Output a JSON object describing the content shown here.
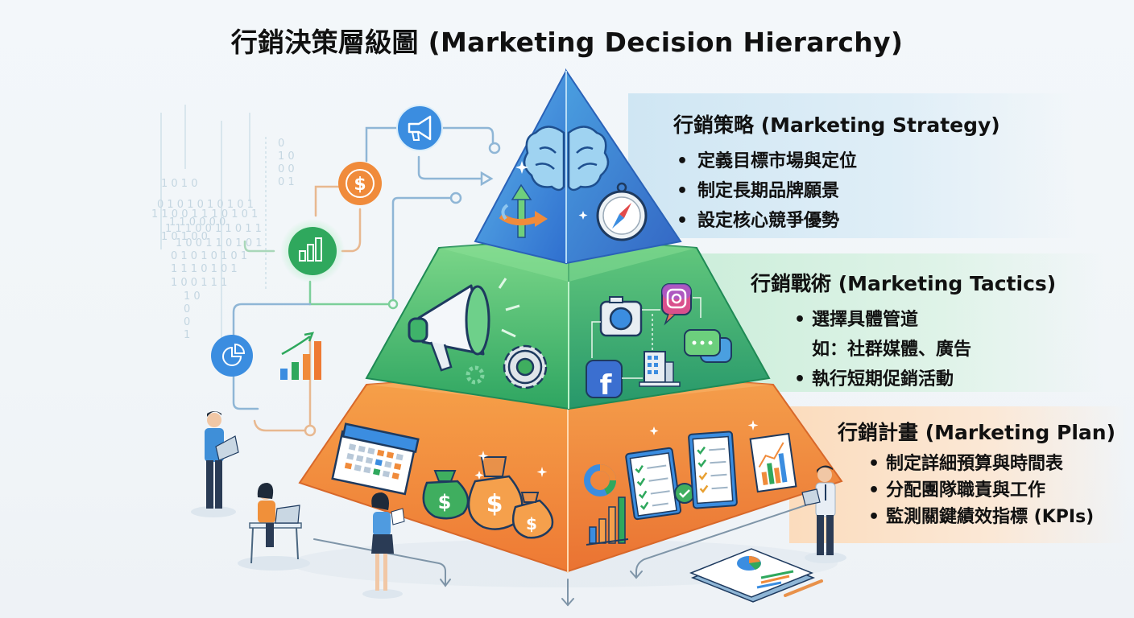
{
  "title": "行銷決策層級圖 (Marketing Decision Hierarchy)",
  "colors": {
    "strategy": "#3a86d6",
    "tactics": "#3fae5f",
    "plan": "#f08a3a",
    "strategy_panel": "#dceef7",
    "tactics_panel": "#ddf2e6",
    "plan_panel": "#fbe6d2"
  },
  "levels": [
    {
      "id": "strategy",
      "heading": "行銷策略 (Marketing Strategy)",
      "bullets": [
        "定義目標市場與定位",
        "制定長期品牌願景",
        "設定核心競爭優勢"
      ],
      "icons": [
        "brain-icon",
        "compass-icon",
        "direction-arrows-icon",
        "sparkle-icon"
      ]
    },
    {
      "id": "tactics",
      "heading": "行銷戰術 (Marketing Tactics)",
      "bullets": [
        "選擇具體管道",
        "如：社群媒體、廣告",
        "執行短期促銷活動"
      ],
      "icons": [
        "megaphone-icon",
        "gear-icon",
        "camera-icon",
        "instagram-icon",
        "facebook-icon",
        "building-icon",
        "chat-bubbles-icon"
      ]
    },
    {
      "id": "plan",
      "heading": "行銷計畫 (Marketing Plan)",
      "bullets": [
        "制定詳細預算與時間表",
        "分配團隊職責與工作",
        "監測關鍵績效指標 (KPIs)"
      ],
      "icons": [
        "calendar-icon",
        "money-bag-icon",
        "pie-chart-icon",
        "bar-chart-icon",
        "checklist-icon",
        "line-chart-icon"
      ]
    }
  ],
  "flow_icons": [
    "megaphone-icon",
    "dollar-icon",
    "bar-chart-icon",
    "pie-chart-icon",
    "growth-chart-icon"
  ],
  "binary_text": [
    "1 0   1 0 1 1",
    "0 1 0 1  0 1 0 1 0",
    "1 1 0  0 1 1 1 0 1 0 1",
    "1  1  1 0 0 1 1 0 1 1",
    "0 1 1 0 1 0 1",
    "1 0 1 0 1 0 1",
    "1  1 1 0  1 0 1",
    "1 0 0  1  1 1"
  ],
  "people": [
    "man-with-tablet",
    "woman-at-laptop",
    "woman-with-document",
    "man-with-tablet-right"
  ]
}
